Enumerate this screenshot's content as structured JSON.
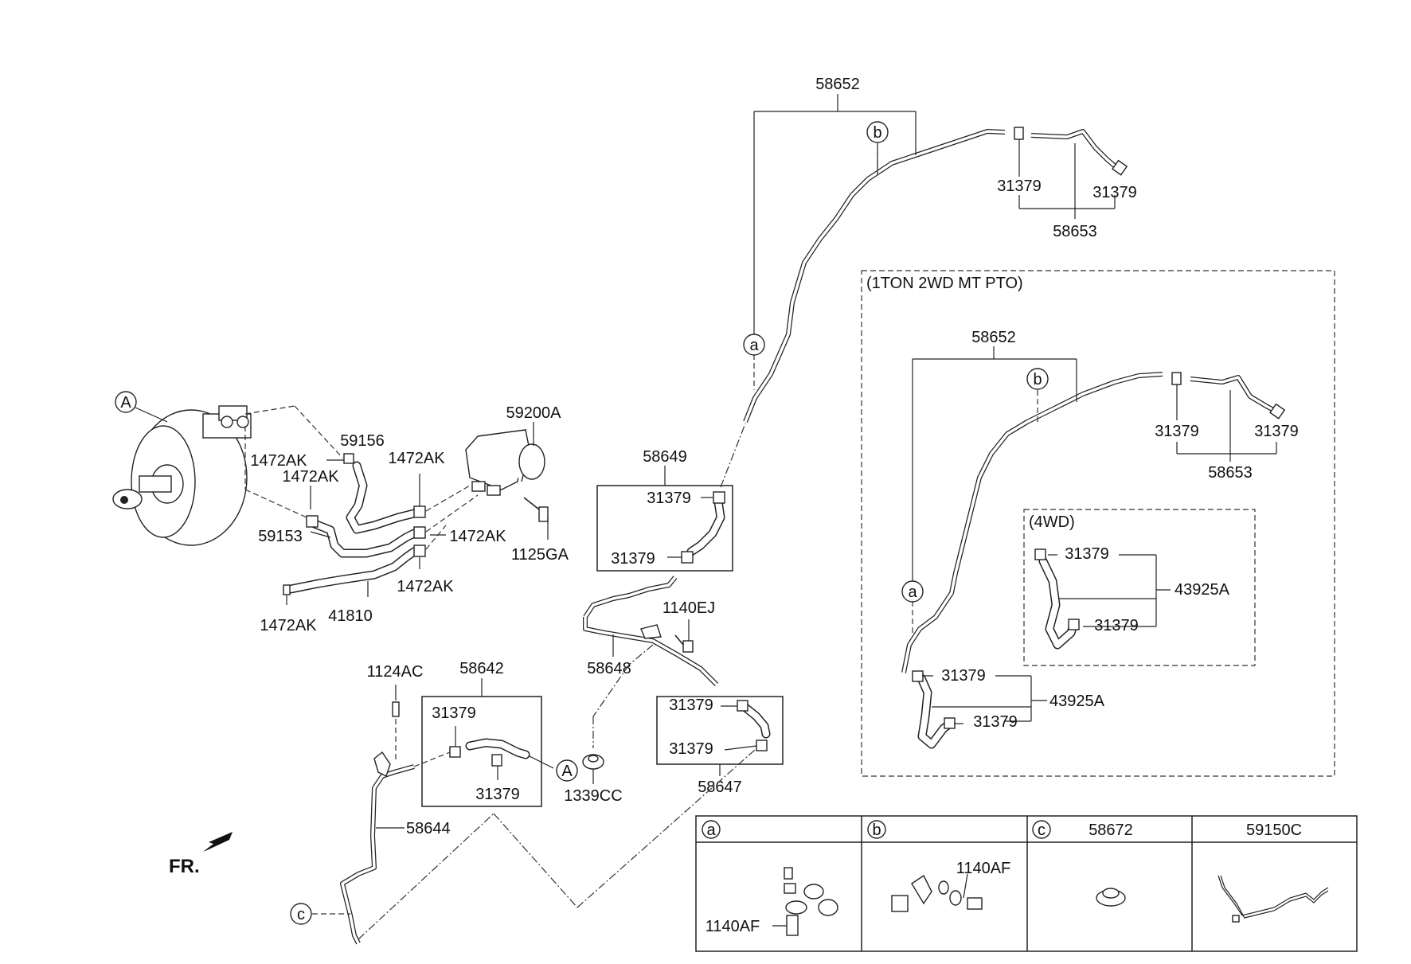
{
  "labels": {
    "p58652_top": "58652",
    "p31379_t1": "31379",
    "p31379_t2": "31379",
    "p58653_top": "58653",
    "pto_title": "(1TON 2WD MT PTO)",
    "p58652_pto": "58652",
    "p31379_p1": "31379",
    "p31379_p2": "31379",
    "p58653_pto": "58653",
    "wd4_title": "(4WD)",
    "p31379_w1": "31379",
    "p31379_w2": "31379",
    "p43925a_w": "43925A",
    "p31379_p3": "31379",
    "p31379_p4": "31379",
    "p43925a_p": "43925A",
    "p59200a": "59200A",
    "p59156": "59156",
    "p1472ak_1": "1472AK",
    "p1472ak_2": "1472AK",
    "p1472ak_3": "1472AK",
    "p1472ak_4": "1472AK",
    "p1472ak_5": "1472AK",
    "p1472ak_6": "1472AK",
    "p59153": "59153",
    "p1125ga": "1125GA",
    "p41810": "41810",
    "p58649": "58649",
    "p31379_b1": "31379",
    "p31379_b2": "31379",
    "p1140ej": "1140EJ",
    "p58648": "58648",
    "p1124ac": "1124AC",
    "p58642": "58642",
    "p31379_c1": "31379",
    "p31379_c2": "31379",
    "p1339cc": "1339CC",
    "p31379_d1": "31379",
    "p31379_d2": "31379",
    "p58647": "58647",
    "p58644": "58644",
    "fr": "FR.",
    "p58672": "58672",
    "p59150c": "59150C",
    "p1140af_a": "1140AF",
    "p1140af_b": "1140AF"
  },
  "callouts": {
    "A": "A",
    "a": "a",
    "b": "b",
    "c": "c"
  },
  "legend_table": {
    "headers": [
      "a",
      "b",
      "c 58672",
      "59150C"
    ]
  }
}
